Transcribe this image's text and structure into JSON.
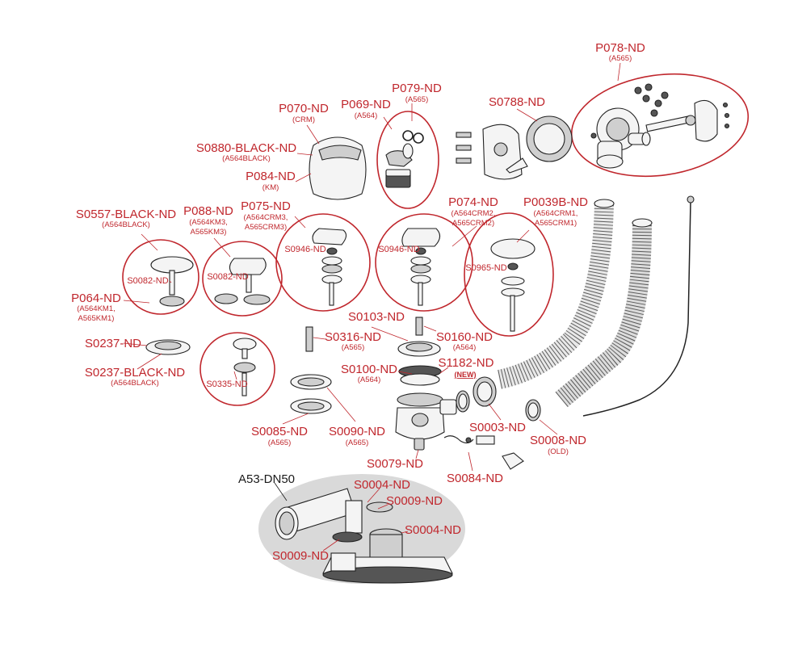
{
  "colors": {
    "label": "#c0272d",
    "outline": "#222222",
    "group_fill": "#d9d9d9"
  },
  "labels": {
    "p078": {
      "code": "P078-ND",
      "sub": "(A565)"
    },
    "s0788": {
      "code": "S0788-ND"
    },
    "p079": {
      "code": "P079-ND",
      "sub": "(A565)"
    },
    "p069": {
      "code": "P069-ND",
      "sub": "(A564)"
    },
    "p070": {
      "code": "P070-ND",
      "sub": "(CRM)"
    },
    "s0880": {
      "code": "S0880-BLACK-ND",
      "sub": "(A564BLACK)"
    },
    "p084": {
      "code": "P084-ND",
      "sub": "(KM)"
    },
    "s0557": {
      "code": "S0557-BLACK-ND",
      "sub": "(A564BLACK)"
    },
    "p088": {
      "code": "P088-ND",
      "sub1": "(A564KM3,",
      "sub2": "A565KM3)"
    },
    "p075": {
      "code": "P075-ND",
      "sub1": "(A564CRM3,",
      "sub2": "A565CRM3)"
    },
    "p074": {
      "code": "P074-ND",
      "sub1": "(A564CRM2,",
      "sub2": "A565CRM2)"
    },
    "p0039b": {
      "code": "P0039B-ND",
      "sub1": "(A564CRM1,",
      "sub2": "A565CRM1)"
    },
    "s0082a": {
      "code": "S0082-ND"
    },
    "s0082b": {
      "code": "S0082-ND"
    },
    "s0946a": {
      "code": "S0946-ND"
    },
    "s0946b": {
      "code": "S0946-ND"
    },
    "s0965": {
      "code": "S0965-ND"
    },
    "p064": {
      "code": "P064-ND",
      "sub1": "(A564KM1,",
      "sub2": "A565KM1)"
    },
    "s0237": {
      "code": "S0237-ND"
    },
    "s0237b": {
      "code": "S0237-BLACK-ND",
      "sub": "(A564BLACK)"
    },
    "s0316": {
      "code": "S0316-ND",
      "sub": "(A565)"
    },
    "s0335": {
      "code": "S0335-ND"
    },
    "s0103": {
      "code": "S0103-ND"
    },
    "s0160": {
      "code": "S0160-ND",
      "sub": "(A564)"
    },
    "s0100": {
      "code": "S0100-ND",
      "sub": "(A564)"
    },
    "s1182": {
      "code": "S1182-ND",
      "note": "(NEW)"
    },
    "s0085": {
      "code": "S0085-ND",
      "sub": "(A565)"
    },
    "s0090": {
      "code": "S0090-ND",
      "sub": "(A565)"
    },
    "s0003": {
      "code": "S0003-ND"
    },
    "s0008": {
      "code": "S0008-ND",
      "sub": "(OLD)"
    },
    "s0079": {
      "code": "S0079-ND"
    },
    "s0084": {
      "code": "S0084-ND"
    },
    "a53": {
      "code": "A53-DN50"
    },
    "s0004a": {
      "code": "S0004-ND"
    },
    "s0009a": {
      "code": "S0009-ND"
    },
    "s0004b": {
      "code": "S0004-ND"
    },
    "s0009b": {
      "code": "S0009-ND"
    }
  }
}
